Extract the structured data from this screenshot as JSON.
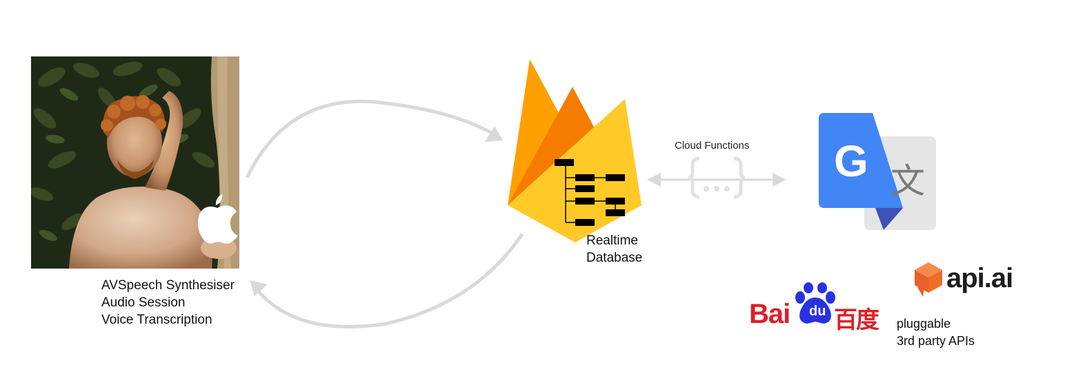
{
  "client": {
    "labels": [
      "AVSpeech Synthesiser",
      "Audio Session",
      "Voice Transcription"
    ],
    "logo": "apple-logo"
  },
  "database": {
    "labels": [
      "Realtime",
      "Database"
    ],
    "logo": "firebase-logo"
  },
  "cloud_functions": {
    "label": "Cloud Functions",
    "icon": "curly-braces-ellipsis-icon"
  },
  "translate": {
    "logo": "google-translate-logo",
    "g_letter": "G",
    "glyph": "文"
  },
  "third_party": {
    "apiai_text": "api.ai",
    "baidu_text": "Bai",
    "baidu_du": "du",
    "baidu_cn": "百度",
    "labels": [
      "pluggable",
      "3rd party APIs"
    ]
  },
  "colors": {
    "arrow": "#d9d9d9",
    "firebase_yellow": "#ffca28",
    "firebase_orange": "#f57c00",
    "google_blue": "#4285f4",
    "baidu_red": "#de1f26",
    "baidu_blue": "#2932e1",
    "apiai_orange": "#ef6c2b"
  }
}
